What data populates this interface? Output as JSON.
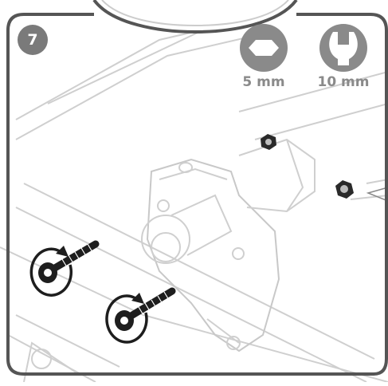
{
  "step": {
    "number": "7"
  },
  "tools": [
    {
      "label": "5 mm",
      "icon": "hex-key-icon"
    },
    {
      "label": "10 mm",
      "icon": "wrench-icon"
    }
  ],
  "colors": {
    "frame": "#555555",
    "badge": "#7a7a7a",
    "tool_icon": "#8a8a8a",
    "line_art": "#c8c8c8",
    "hardware": "#1e1e1e"
  }
}
